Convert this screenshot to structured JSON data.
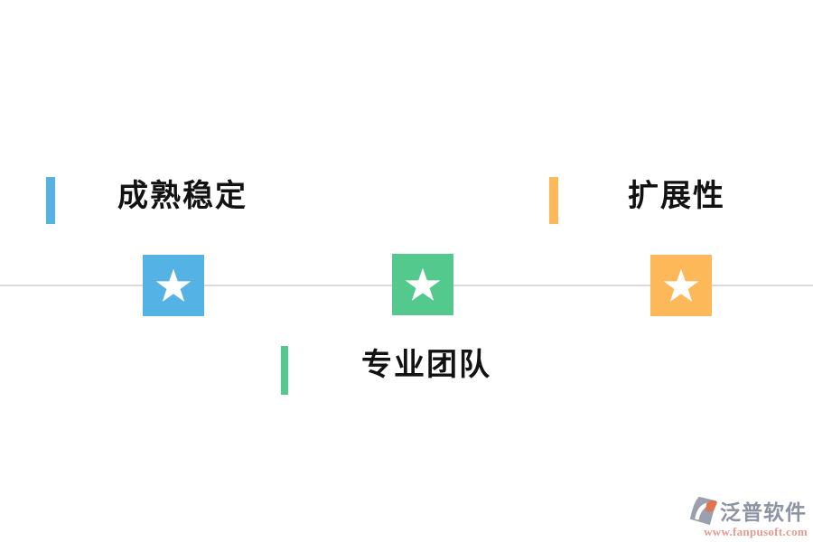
{
  "page": {
    "background": "#ffffff",
    "divider_color": "#d9d9d9",
    "label_color": "#121212"
  },
  "features": [
    {
      "label": "成熟稳定",
      "accent_color": "#55b2e4"
    },
    {
      "label": "专业团队",
      "accent_color": "#53c98d"
    },
    {
      "label": "扩展性",
      "accent_color": "#fdb85a"
    }
  ],
  "badges": [
    {
      "icon": "star-icon",
      "color": "#55b2e4",
      "star_color": "#ffffff"
    },
    {
      "icon": "star-icon",
      "color": "#53c98d",
      "star_color": "#ffffff"
    },
    {
      "icon": "star-icon",
      "color": "#fdb85a",
      "star_color": "#ffffff"
    }
  ],
  "watermark": {
    "brand": "泛普软件",
    "website": "www.fanpusoft.com",
    "brand_color": "#8c93a3",
    "website_color": "#e59a8f",
    "icon_gray": "#9aa0ad",
    "icon_accent": "#df764e"
  }
}
